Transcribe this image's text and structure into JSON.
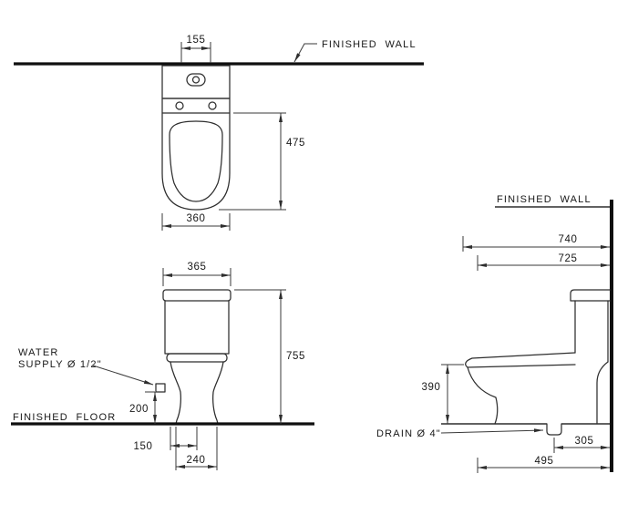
{
  "labels": {
    "finished_wall_top": "FINISHED  WALL",
    "finished_wall_side": "FINISHED  WALL",
    "finished_floor": "FINISHED  FLOOR",
    "water_supply_line1": "WATER",
    "water_supply_line2": "SUPPLY Ø 1/2\"",
    "drain": "DRAIN Ø 4\""
  },
  "dims": {
    "plan": {
      "top_width": "155",
      "depth": "475",
      "width": "360"
    },
    "front": {
      "tank_width": "365",
      "height": "755",
      "supply_height": "200",
      "supply_offset": "150",
      "base_width": "240"
    },
    "side": {
      "overall_depth": "740",
      "seat_depth": "725",
      "bowl_height": "390",
      "drain_offset": "305",
      "base_depth": "495"
    }
  }
}
